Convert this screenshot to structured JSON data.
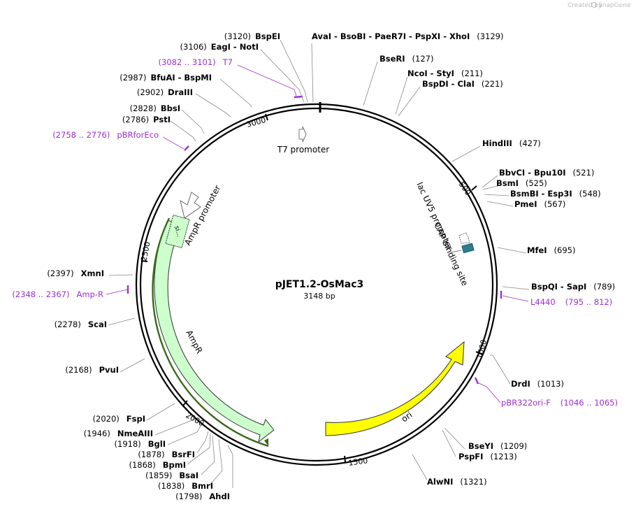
{
  "watermark": {
    "created_by": "Created by",
    "app": "SnapGene"
  },
  "plasmid": {
    "name": "pJET1.2-OsMac3",
    "length": "3148 bp"
  },
  "colors": {
    "primer": "#9b2fcf",
    "ampr_fill": "#ccffcc",
    "ori_fill": "#ffff00",
    "cap_site": "#2a7f8f",
    "backbone": "#000000"
  },
  "ticks": [
    "3000",
    "500",
    "1000",
    "1500",
    "2000",
    "2500"
  ],
  "sites_top": [
    {
      "pos": "(3120)",
      "names": [
        "BspEI"
      ]
    },
    {
      "pos": "(3106)",
      "names": [
        "EagI",
        "NotI"
      ]
    },
    {
      "pos": "(2987)",
      "names": [
        "BfuAI",
        "BspMI"
      ]
    },
    {
      "pos": "(2902)",
      "names": [
        "DraIII"
      ]
    },
    {
      "pos": "(2828)",
      "names": [
        "BbsI"
      ]
    },
    {
      "pos": "(2786)",
      "names": [
        "PstI"
      ]
    }
  ],
  "site_3129": {
    "names": [
      "AvaI",
      "BsoBI",
      "PaeR7I",
      "PspXI",
      "XhoI"
    ],
    "pos": "(3129)"
  },
  "sites_right": [
    {
      "names": [
        "BseRI"
      ],
      "pos": "(127)"
    },
    {
      "names": [
        "NcoI",
        "StyI"
      ],
      "pos": "(211)"
    },
    {
      "names": [
        "BspDI",
        "ClaI"
      ],
      "pos": "(221)"
    },
    {
      "names": [
        "HindIII"
      ],
      "pos": "(427)"
    },
    {
      "names": [
        "BbvCI",
        "Bpu10I"
      ],
      "pos": "(521)"
    },
    {
      "names": [
        "BsmI"
      ],
      "pos": "(525)"
    },
    {
      "names": [
        "BsmBI",
        "Esp3I"
      ],
      "pos": "(548)"
    },
    {
      "names": [
        "PmeI"
      ],
      "pos": "(567)"
    },
    {
      "names": [
        "MfeI"
      ],
      "pos": "(695)"
    },
    {
      "names": [
        "BspQI",
        "SapI"
      ],
      "pos": "(789)"
    },
    {
      "names": [
        "DrdI"
      ],
      "pos": "(1013)"
    },
    {
      "names": [
        "BseYI"
      ],
      "pos": "(1209)"
    },
    {
      "names": [
        "PspFI"
      ],
      "pos": "(1213)"
    },
    {
      "names": [
        "AlwNI"
      ],
      "pos": "(1321)"
    }
  ],
  "sites_left": [
    {
      "pos": "(2397)",
      "names": [
        "XmnI"
      ]
    },
    {
      "pos": "(2278)",
      "names": [
        "ScaI"
      ]
    },
    {
      "pos": "(2168)",
      "names": [
        "PvuI"
      ]
    },
    {
      "pos": "(2020)",
      "names": [
        "FspI"
      ]
    },
    {
      "pos": "(1946)",
      "names": [
        "NmeAIII"
      ]
    },
    {
      "pos": "(1918)",
      "names": [
        "BglI"
      ]
    },
    {
      "pos": "(1878)",
      "names": [
        "BsrFI"
      ]
    },
    {
      "pos": "(1868)",
      "names": [
        "BpmI"
      ]
    },
    {
      "pos": "(1859)",
      "names": [
        "BsaI"
      ]
    },
    {
      "pos": "(1838)",
      "names": [
        "BmrI"
      ]
    },
    {
      "pos": "(1798)",
      "names": [
        "AhdI"
      ]
    }
  ],
  "primers": [
    {
      "range": "(3082 .. 3101)",
      "name": "T7"
    },
    {
      "range": "(2758 .. 2776)",
      "name": "pBRforEco"
    },
    {
      "range": "(2348 .. 2367)",
      "name": "Amp-R"
    },
    {
      "name": "L4440",
      "range": "(795 .. 812)"
    },
    {
      "name": "pBR322ori-F",
      "range": "(1046 .. 1065)"
    }
  ],
  "features": {
    "t7_promoter": "T7 promoter",
    "lac_promoter": "lac UV5 promoter",
    "cap_site": "CAP binding site",
    "ampr_promoter": "AmpR promoter",
    "ampr": "AmpR",
    "signal": "si...",
    "ori": "ori"
  }
}
